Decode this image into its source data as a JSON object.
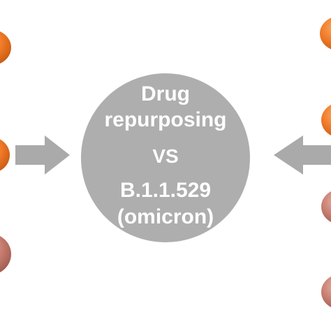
{
  "center": {
    "line1": "Drug",
    "line2": "repurposing",
    "line3": "VS",
    "line4": "B.1.1.529",
    "line5": "(omicron)"
  },
  "colors": {
    "circle": "#aeaeae",
    "arrow": "#aaaaaa",
    "center_text": "#ffffff",
    "node_orange": "#f07a28",
    "node_pink_brown": "#c97f72"
  }
}
